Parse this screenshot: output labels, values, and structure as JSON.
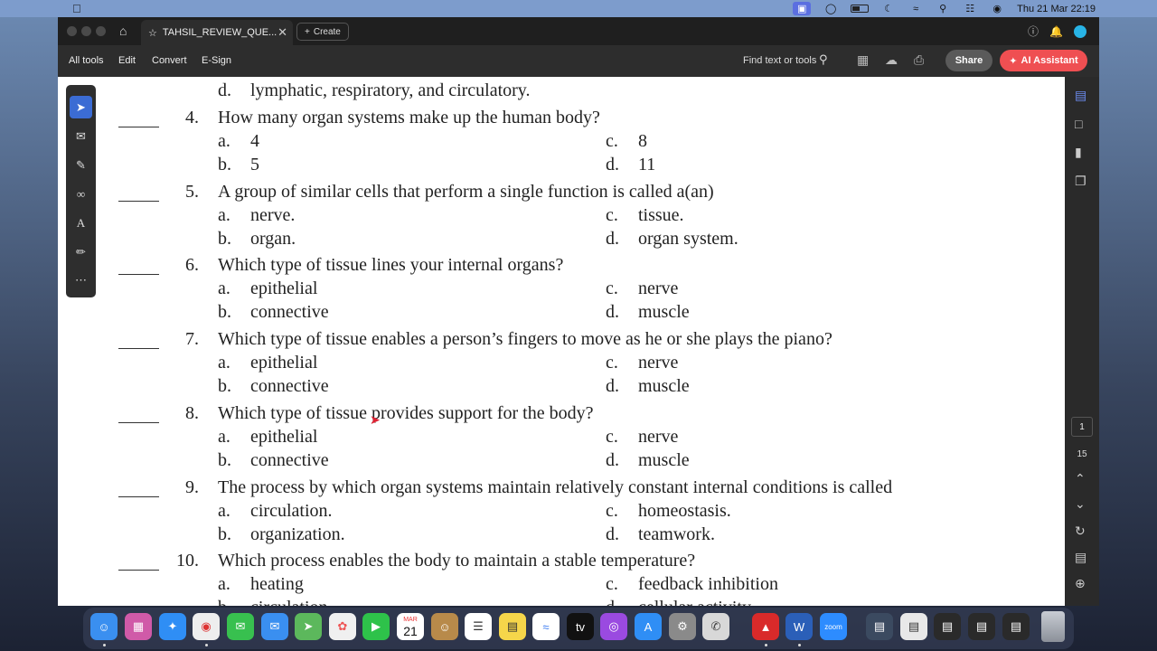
{
  "menubar": {
    "clock": "Thu 21 Mar  22:19"
  },
  "tabbar": {
    "doc_tab_title": "TAHSIL_REVIEW_QUE...",
    "create_label": "Create"
  },
  "toolbar": {
    "menus": [
      "All tools",
      "Edit",
      "Convert",
      "E-Sign"
    ],
    "find_placeholder": "Find text or tools",
    "share_label": "Share",
    "ai_label": "AI Assistant"
  },
  "page_nav": {
    "current": "1",
    "total": "15"
  },
  "document": {
    "top_partial": {
      "letter": "d.",
      "text": "lymphatic, respiratory, and circulatory."
    },
    "questions": [
      {
        "num": "4.",
        "text": "How many organ systems make up the human body?",
        "options": [
          [
            "a.",
            "4"
          ],
          [
            "b.",
            "5"
          ],
          [
            "c.",
            "8"
          ],
          [
            "d.",
            "11"
          ]
        ]
      },
      {
        "num": "5.",
        "text": "A group of similar cells that perform a single function is called a(an)",
        "options": [
          [
            "a.",
            "nerve."
          ],
          [
            "b.",
            "organ."
          ],
          [
            "c.",
            "tissue."
          ],
          [
            "d.",
            "organ system."
          ]
        ]
      },
      {
        "num": "6.",
        "text": "Which type of tissue lines your internal organs?",
        "options": [
          [
            "a.",
            "epithelial"
          ],
          [
            "b.",
            "connective"
          ],
          [
            "c.",
            "nerve"
          ],
          [
            "d.",
            "muscle"
          ]
        ]
      },
      {
        "num": "7.",
        "text": "Which type of tissue enables a person’s fingers to move as he or she plays the piano?",
        "options": [
          [
            "a.",
            "epithelial"
          ],
          [
            "b.",
            "connective"
          ],
          [
            "c.",
            "nerve"
          ],
          [
            "d.",
            "muscle"
          ]
        ]
      },
      {
        "num": "8.",
        "text": "Which type of tissue provides support for the body?",
        "options": [
          [
            "a.",
            "epithelial"
          ],
          [
            "b.",
            "connective"
          ],
          [
            "c.",
            "nerve"
          ],
          [
            "d.",
            "muscle"
          ]
        ]
      },
      {
        "num": "9.",
        "text": "The process by which organ systems maintain relatively constant internal conditions is called",
        "options": [
          [
            "a.",
            "circulation."
          ],
          [
            "b.",
            "organization."
          ],
          [
            "c.",
            "homeostasis."
          ],
          [
            "d.",
            "teamwork."
          ]
        ]
      },
      {
        "num": "10.",
        "text": "Which process enables the body to maintain a stable temperature?",
        "options": [
          [
            "a.",
            "heating"
          ],
          [
            "b.",
            "circulation"
          ],
          [
            "c.",
            "feedback inhibition"
          ],
          [
            "d.",
            "cellular activity"
          ]
        ]
      }
    ]
  },
  "dock": {
    "calendar_month": "MAR",
    "calendar_day": "21"
  },
  "colors": {
    "accent_blue": "#3b6cd4",
    "ai_red": "#ef4f52"
  }
}
